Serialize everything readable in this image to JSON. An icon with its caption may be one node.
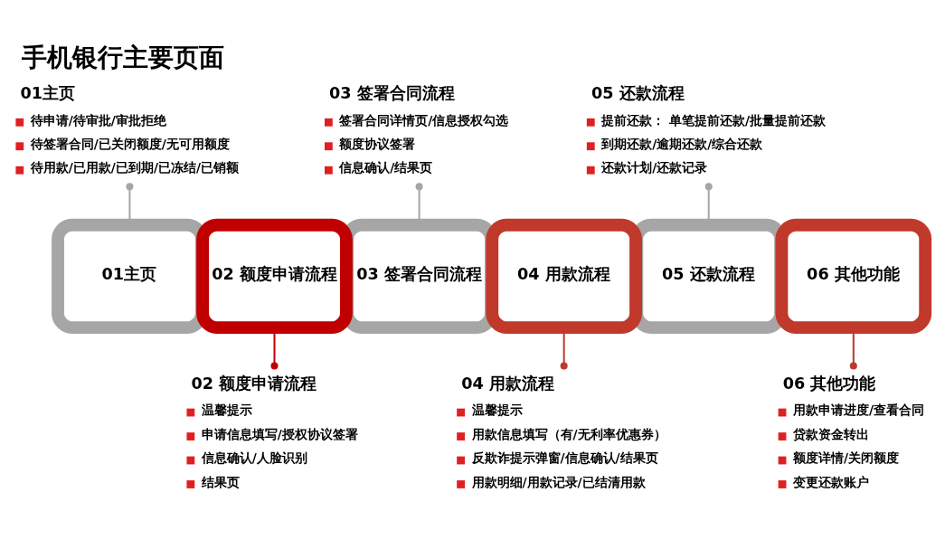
{
  "diagram": {
    "title": "手机银行主要页面",
    "nodes": [
      {
        "text": [
          "01主页",
          "待申请/待审批/审批拒绝",
          "待签署合同/已关闭额度/无可用额度",
          "待用款/已用款/已到期/已冻结/已销额"
        ]
      },
      {
        "text": [
          "03 签署合同流程",
          "签署合同详情页/信息授权勾选",
          "额度协议签署",
          "信息确认/结果页"
        ]
      },
      {
        "text": [
          "05 还款流程",
          "提前还款： 单笔提前还款/批量提前还款",
          "到期还款/逾期还款/综合还款",
          "还款计划/还款记录"
        ]
      },
      {
        "text": [
          "01主页"
        ]
      },
      {
        "text": [
          "02 额度申请流程"
        ]
      },
      {
        "text": [
          "03 签署合同流程"
        ]
      },
      {
        "text": [
          "04 用款流程"
        ]
      },
      {
        "text": [
          "05 还款流程"
        ]
      },
      {
        "text": [
          "06 其他功能"
        ]
      },
      {
        "text": [
          "02 额度申请流程",
          "温馨提示",
          "申请信息填写/授权协议签署",
          "信息确认/人脸识别",
          "结果页"
        ]
      },
      {
        "text": [
          "04 用款流程",
          "温馨提示",
          "用款信息填写（有/无利率优惠券）",
          "反欺诈提示弹窗/信息确认/结果页",
          "用款明细/用款记录/已结清用款"
        ]
      },
      {
        "text": [
          "06 其他功能",
          "用款申请进度/查看合同",
          "贷款资金转出",
          "额度详情/关闭额度",
          "变更还款账户"
        ]
      }
    ],
    "edges": [
      {
        "from": 0,
        "to": 3,
        "arrow": "other",
        "color": "#a6a6a6"
      },
      {
        "from": 1,
        "to": 5,
        "arrow": "other",
        "color": "#a6a6a6"
      },
      {
        "from": 2,
        "to": 7,
        "arrow": "other",
        "color": "#a6a6a6"
      },
      {
        "from": 9,
        "to": 4,
        "arrow": "other",
        "color": "#c00000"
      },
      {
        "from": 10,
        "to": 6,
        "arrow": "other",
        "color": "#c0392b"
      },
      {
        "from": 11,
        "to": 8,
        "arrow": "other",
        "color": "#c0392b"
      }
    ]
  }
}
